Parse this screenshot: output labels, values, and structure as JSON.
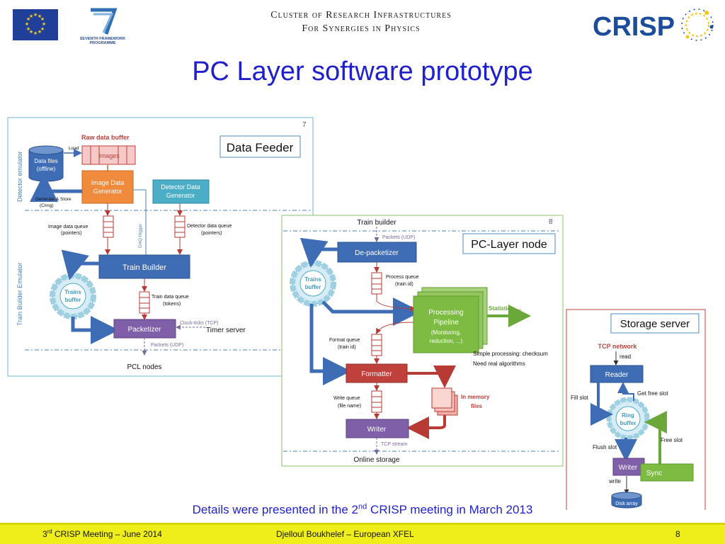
{
  "header": {
    "cluster_line1": "Cluster of Research Infrastructures",
    "cluster_line2": "For Synergies in Physics",
    "fp7_line1": "SEVENTH FRAMEWORK",
    "fp7_line2": "PROGRAMME",
    "logo_text": "CRISP"
  },
  "title": "PC Layer software prototype",
  "feeder": {
    "page_num": "7",
    "heading": "Data Feeder",
    "raw_buffer": "Raw data buffer",
    "images": "Images",
    "load": "Load",
    "data_files_1": "Data files",
    "data_files_2": "(offline)",
    "gen_store_1": "Generate & Store",
    "gen_store_2": "(Cimg)",
    "image_gen_1": "Image Data",
    "image_gen_2": "Generator",
    "det_gen_1": "Detector Data",
    "det_gen_2": "Generator",
    "side_detector": "Detector emulator",
    "side_train": "Train Builder Emulator",
    "img_queue_1": "Image data queue",
    "img_queue_2": "(pointers)",
    "det_queue_1": "Detector data queue",
    "det_queue_2": "(pointers)",
    "train_builder": "Train Builder",
    "trains_buffer_1": "Trains",
    "trains_buffer_2": "buffer",
    "train_queue_1": "Train data queue",
    "train_queue_2": "(tokens)",
    "packetizer": "Packetizer",
    "clock_ticks": "Clock-ticks (TCP)",
    "timer_server": "Timer server",
    "packets_udp": "Packets (UDP)",
    "pcl_nodes": "PCL nodes",
    "daq_trigger": "DAQ trigger"
  },
  "pcl": {
    "page_num": "8",
    "heading": "PC-Layer node",
    "train_builder": "Train builder",
    "packets_udp": "Packets (UDP)",
    "depacketizer": "De-packetizer",
    "trains_buffer_1": "Trains",
    "trains_buffer_2": "buffer",
    "process_queue_1": "Process queue",
    "process_queue_2": "(train id)",
    "pipeline_1": "Processing",
    "pipeline_2": "Pipeline",
    "pipeline_3": "(Monitoring,",
    "pipeline_4": "reduction, ...)",
    "statistics": "Statistics, ...",
    "simple_1": "Simple processing: checksum",
    "simple_2": "Need real algorithms",
    "format_queue_1": "Format queue",
    "format_queue_2": "(train id)",
    "formatter": "Formatter",
    "in_memory_1": "In memory",
    "in_memory_2": "files",
    "write_queue_1": "Write queue",
    "write_queue_2": "(file name)",
    "writer": "Writer",
    "tcp_stream": "TCP stream",
    "online_storage": "Online storage"
  },
  "storage": {
    "heading": "Storage server",
    "tcp_network": "TCP network",
    "read": "read",
    "reader": "Reader",
    "fill_slot": "Fill slot",
    "get_free_slot": "Get free slot",
    "ring_1": "Ring",
    "ring_2": "buffer",
    "free_slot": "Free slot",
    "flush_slot": "Flush slot",
    "writer": "Writer",
    "sync": "Sync",
    "write": "write",
    "disk_array": "Disk array"
  },
  "details": {
    "prefix": "Details were presented in the 2",
    "sup": "nd",
    "suffix": " CRISP meeting in March 2013"
  },
  "footer": {
    "left_num": "3",
    "left_sup": "rd",
    "left_rest": " CRISP Meeting – June 2014",
    "center": "Djelloul Boukhelef – European XFEL",
    "page": "8"
  },
  "colors": {
    "title_blue": "#1f1fcc",
    "footer_yellow": "#f0ee1a",
    "box_blue": "#3e6db5",
    "box_orange": "#f08a3c",
    "box_teal": "#4badc6",
    "box_purple": "#7e5fa8",
    "box_red": "#c0403b",
    "pipeline_green": "#7dbb42"
  }
}
